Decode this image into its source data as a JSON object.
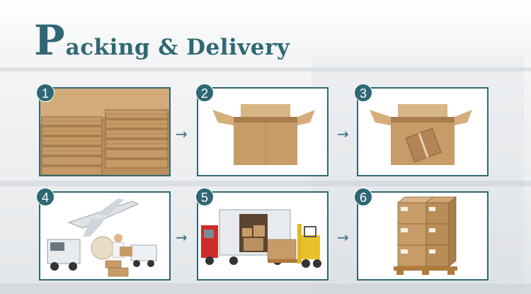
{
  "title": {
    "initial": "P",
    "rest": "acking & Delivery"
  },
  "steps": [
    {
      "number": "1"
    },
    {
      "number": "2"
    },
    {
      "number": "3"
    },
    {
      "number": "4"
    },
    {
      "number": "5"
    },
    {
      "number": "6"
    }
  ],
  "arrow_glyph": "→",
  "colors": {
    "accent": "#2f6874",
    "cardboard": "#c9a070",
    "cardboard_dark": "#a97e4e"
  }
}
